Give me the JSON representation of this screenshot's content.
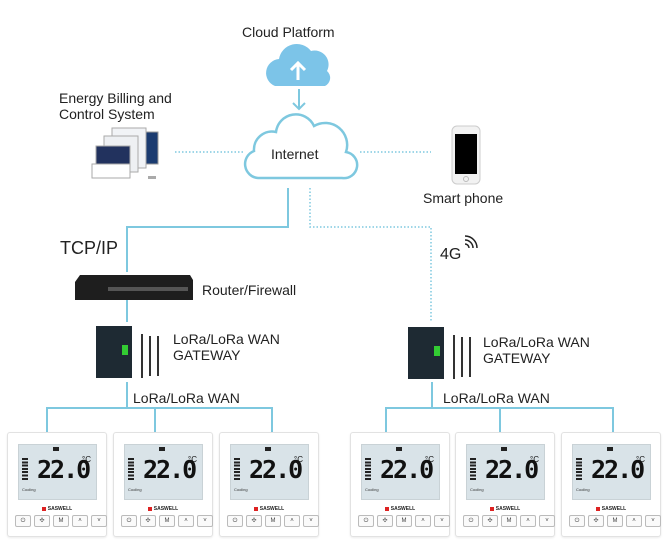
{
  "labels": {
    "cloud_platform": "Cloud Platform",
    "energy_billing": "Energy Billing and",
    "energy_billing_2": "Control System",
    "internet": "Internet",
    "smart_phone": "Smart phone",
    "tcp_ip": "TCP/IP",
    "four_g": "4G",
    "router": "Router/Firewall",
    "gateway_left_1": "LoRa/LoRa WAN",
    "gateway_left_2": "GATEWAY",
    "gateway_right_1": "LoRa/LoRa WAN",
    "gateway_right_2": "GATEWAY",
    "bus_left": "LoRa/LoRa WAN",
    "bus_right": "LoRa/LoRa WAN"
  },
  "thermostat": {
    "temperature": "22.0",
    "unit": "°C",
    "mode": "Cooling",
    "brand": "SASWELL",
    "buttons": [
      "⏻",
      "✣",
      "M",
      "˄",
      "˅"
    ]
  },
  "thermostats": [
    1,
    2,
    3,
    4,
    5,
    6
  ],
  "colors": {
    "line": "#7ec8df",
    "cloud_fill": "#7cc4e8",
    "router": "#222222",
    "gateway": "#1e2a33"
  }
}
